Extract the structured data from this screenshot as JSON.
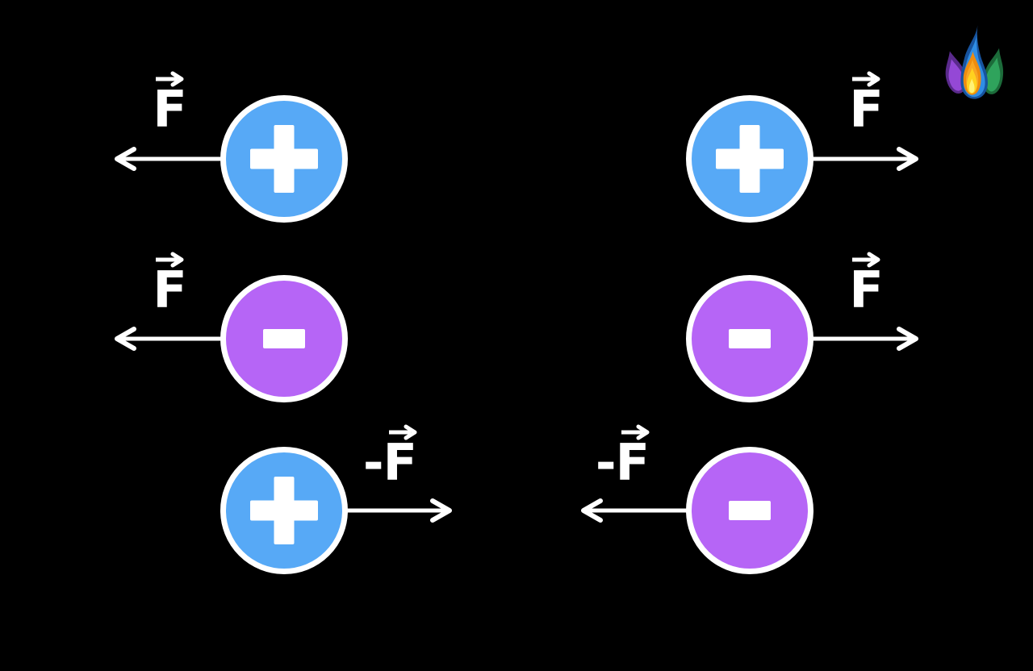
{
  "scene": {
    "background_color": "#000000"
  },
  "colors": {
    "positive_charge_fill": "#57a9f6",
    "negative_charge_fill": "#b665f6",
    "circle_outline": "#ffffff",
    "arrow_color": "#ffffff",
    "label_color": "#ffffff"
  },
  "charges": [
    {
      "position": "top-left",
      "polarity": "positive",
      "sign": "+",
      "force_label": "F",
      "force_direction": "left"
    },
    {
      "position": "top-right",
      "polarity": "positive",
      "sign": "+",
      "force_label": "F",
      "force_direction": "right"
    },
    {
      "position": "middle-left",
      "polarity": "negative",
      "sign": "-",
      "force_label": "F",
      "force_direction": "left"
    },
    {
      "position": "middle-right",
      "polarity": "negative",
      "sign": "-",
      "force_label": "F",
      "force_direction": "right"
    },
    {
      "position": "bottom-left",
      "polarity": "positive",
      "sign": "+",
      "force_label": "-F",
      "force_direction": "right"
    },
    {
      "position": "bottom-right",
      "polarity": "negative",
      "sign": "-",
      "force_label": "-F",
      "force_direction": "left"
    }
  ],
  "logo": {
    "name": "flame-logo",
    "flame_colors": [
      "#6d2ca8",
      "#1c7a42",
      "#1566c9",
      "#ef8c0e",
      "#ffd21f"
    ]
  }
}
